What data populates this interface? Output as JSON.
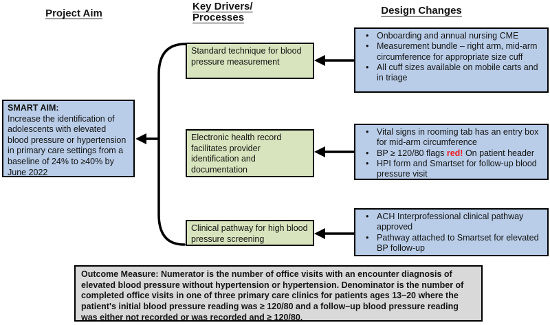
{
  "palette": {
    "blue_fill": "#b9cde8",
    "green_fill": "#d8e4bd",
    "gray_fill": "#d9d9d9",
    "red_accent": "#ed1c24",
    "line_color": "#000000"
  },
  "headers": {
    "project_aim": "Project Aim",
    "key_drivers": "Key Drivers/\nProcesses",
    "design_changes": "Design Changes"
  },
  "aim": {
    "title": "SMART AIM:",
    "body": "Increase the identification of adolescents with elevated blood pressure or hypertension in primary care settings from a baseline of 24% to ≥40% by June 2022"
  },
  "drivers": [
    "Standard technique for blood pressure measurement",
    "Electronic health record facilitates provider identification and documentation",
    "Clinical pathway for high blood pressure screening"
  ],
  "changes": [
    {
      "bullets": [
        {
          "parts": [
            {
              "text": "Onboarding and annual nursing CME"
            }
          ]
        },
        {
          "parts": [
            {
              "text": "Measurement bundle – right arm, mid-arm circumference for appropriate size cuff"
            }
          ]
        },
        {
          "parts": [
            {
              "text": "All cuff sizes available on mobile carts and in triage"
            }
          ]
        }
      ]
    },
    {
      "bullets": [
        {
          "parts": [
            {
              "text": "Vital signs in rooming tab has an entry box for mid-arm circumference"
            }
          ]
        },
        {
          "parts": [
            {
              "text": "BP ≥ 120/80 flags "
            },
            {
              "text": "red!",
              "style": "red"
            },
            {
              "text": " On patient header"
            }
          ]
        },
        {
          "parts": [
            {
              "text": "HPI form and Smartset for follow-up blood pressure visit"
            }
          ]
        }
      ]
    },
    {
      "bullets": [
        {
          "parts": [
            {
              "text": "ACH Interprofessional clinical pathway approved"
            }
          ]
        },
        {
          "parts": [
            {
              "text": "Pathway attached to Smartset for elevated BP follow-up"
            }
          ]
        }
      ]
    }
  ],
  "outcome": {
    "label": "Outcome Measure:",
    "body": " Numerator is the number of office visits with an encounter diagnosis of elevated blood pressure without hypertension or hypertension. Denominator is the number of completed office visits in one of three primary care clinics for patients ages 13–20 where the patient's initial blood pressure reading was ≥ 120/80 and a follow–up blood pressure reading was either not recorded or was recorded and ≥ 120/80."
  }
}
